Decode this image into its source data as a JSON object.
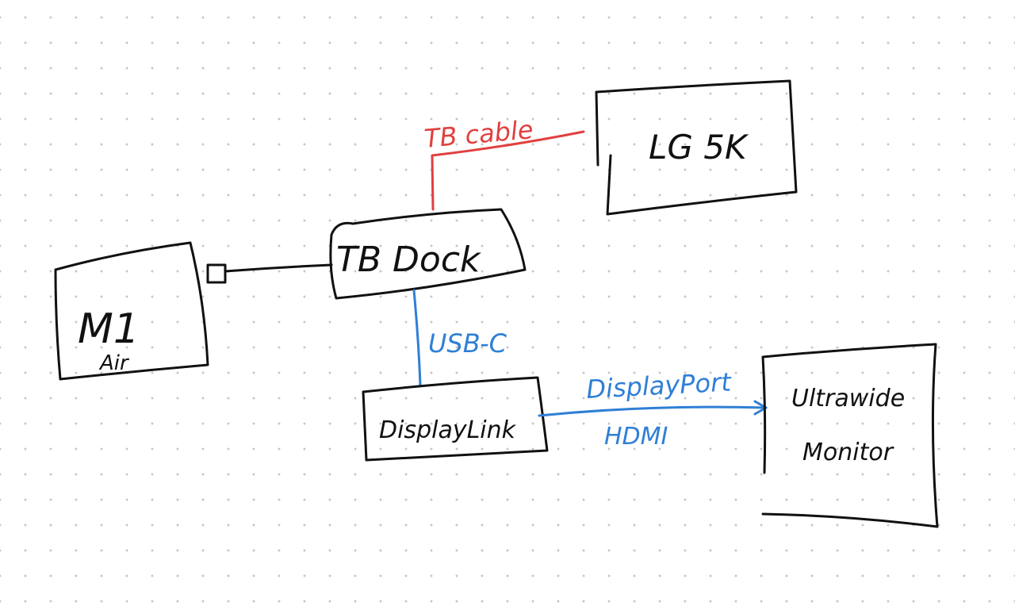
{
  "colors": {
    "ink": "#111111",
    "red_link": "#e0403f",
    "blue_link": "#2f7fd6",
    "background": "#ffffff",
    "grid_dot": "#c7c7c7"
  },
  "nodes": {
    "m1_air": {
      "label": "M1",
      "sublabel": "Air"
    },
    "tb_dock": {
      "label": "TB Dock"
    },
    "lg_5k": {
      "label": "LG 5K"
    },
    "displaylink": {
      "label": "DisplayLink"
    },
    "ultrawide": {
      "label_line1": "Ultrawide",
      "label_line2": "Monitor"
    }
  },
  "edges": {
    "tb_cable": {
      "label": "TB cable"
    },
    "usb_c": {
      "label": "USB-C"
    },
    "displayport_hdmi": {
      "label_line1": "DisplayPort",
      "label_line2": "HDMI"
    }
  }
}
